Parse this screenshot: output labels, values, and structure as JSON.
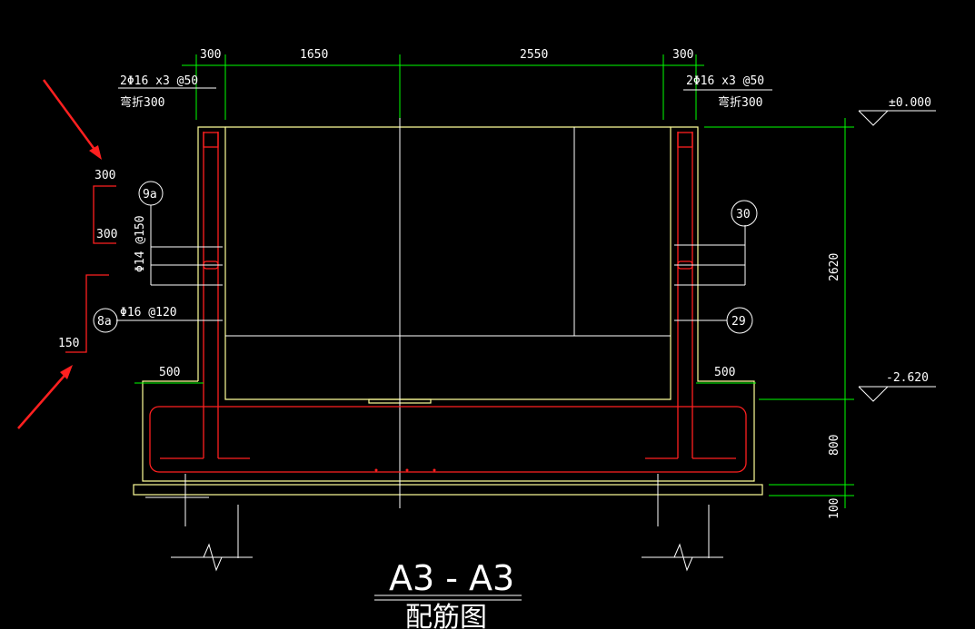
{
  "dimensions_top": [
    "300",
    "1650",
    "2550",
    "300"
  ],
  "rebar_top_left": {
    "spec": "2Φ16 x3 @50",
    "bend": "弯折300"
  },
  "rebar_top_right": {
    "spec": "2Φ16 x3 @50",
    "bend": "弯折300"
  },
  "hook_dims": {
    "top": "300",
    "side": "300",
    "bottom": "150"
  },
  "wall_bars_label": "Φ14 @150",
  "bottom_bar_label": "Φ16 @120",
  "tags": {
    "left_upper": "9a",
    "left_lower": "8a",
    "right_upper": "30",
    "right_lower": "29"
  },
  "slab_ext": {
    "left": "500",
    "right": "500"
  },
  "elevations": {
    "top": "±0.000",
    "bottom": "-2.620"
  },
  "dimensions_right": {
    "wall_height": "2620",
    "slab": "800",
    "cushion": "100"
  },
  "title": "A3 - A3",
  "subtitle": "配筋图",
  "colors": {
    "background": "#000000",
    "dimension": "#00ff00",
    "concrete": "#ffff99",
    "rebar": "#ff2020",
    "annotation": "#ff2020",
    "text": "#ffffff"
  }
}
